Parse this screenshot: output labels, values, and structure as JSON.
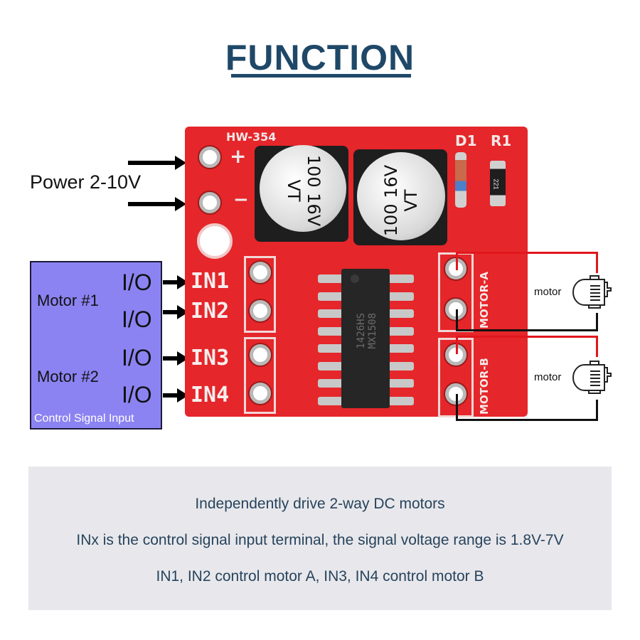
{
  "title": "FUNCTION",
  "power": {
    "label": "Power 2-10V",
    "pins": [
      "+",
      "−"
    ]
  },
  "control_box": {
    "groups": [
      {
        "label": "Motor #1",
        "outputs": [
          "I/O",
          "I/O"
        ]
      },
      {
        "label": "Motor #2",
        "outputs": [
          "I/O",
          "I/O"
        ]
      }
    ],
    "footer": "Control Signal Input",
    "fill_color": "#8c83f2"
  },
  "board": {
    "model": "HW-354",
    "inputs": [
      "IN1",
      "IN2",
      "IN3",
      "IN4"
    ],
    "capacitors": [
      {
        "value": "100",
        "voltage": "16V",
        "series": "VT"
      },
      {
        "value": "100",
        "voltage": "16V",
        "series": "VT"
      }
    ],
    "diode_label": "D1",
    "resistor_label": "R1",
    "resistor_code": "221",
    "chip": {
      "part": "MX1508",
      "code": "1426HS"
    },
    "motor_ports": [
      "MOTOR-A",
      "MOTOR-B"
    ],
    "pcb_color": "#e5262a"
  },
  "motors": [
    {
      "label": "motor",
      "port": "MOTOR-A"
    },
    {
      "label": "motor",
      "port": "MOTOR-B"
    }
  ],
  "wire_colors": {
    "positive": "#e1161d",
    "negative": "#111111"
  },
  "info": {
    "lines": [
      "Independently drive 2-way DC motors",
      "INx is the control signal input terminal, the signal voltage range is 1.8V-7V",
      "IN1, IN2 control motor A, IN3, IN4 control motor B"
    ]
  }
}
